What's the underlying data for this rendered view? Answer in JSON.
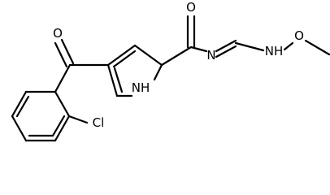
{
  "atoms": {
    "o_ketone": "O",
    "o_amide": "O",
    "n_imine": "N",
    "nh_amine": "NH",
    "o_methoxy": "O",
    "nh_pyrrole": "NH",
    "chlorine": "Cl"
  }
}
